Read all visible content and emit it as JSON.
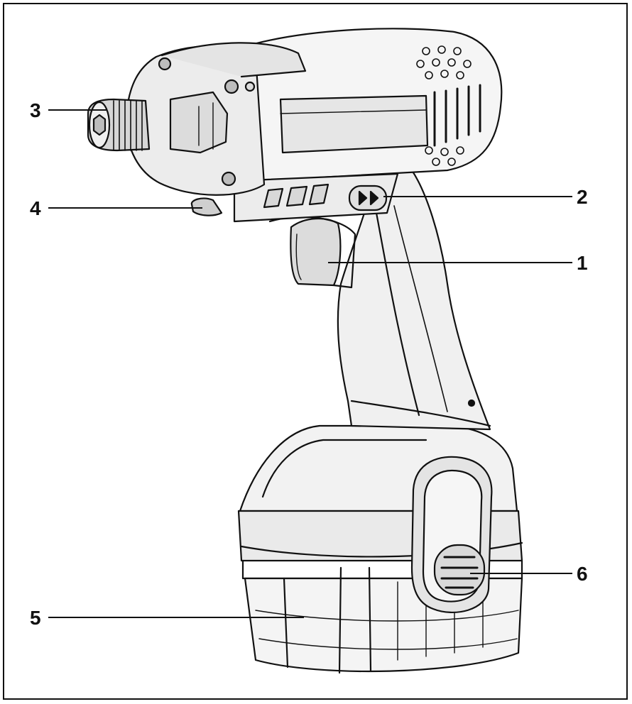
{
  "diagram": {
    "callouts": [
      {
        "id": "1",
        "label": "1"
      },
      {
        "id": "2",
        "label": "2"
      },
      {
        "id": "3",
        "label": "3"
      },
      {
        "id": "4",
        "label": "4"
      },
      {
        "id": "5",
        "label": "5"
      },
      {
        "id": "6",
        "label": "6"
      }
    ]
  },
  "colors": {
    "line": "#111111",
    "fill_light": "#f4f4f4",
    "fill_mid": "#e2e2e2",
    "fill_dark": "#bdbdbd",
    "background": "#ffffff"
  },
  "icons": [
    "impact-driver-drawing"
  ]
}
